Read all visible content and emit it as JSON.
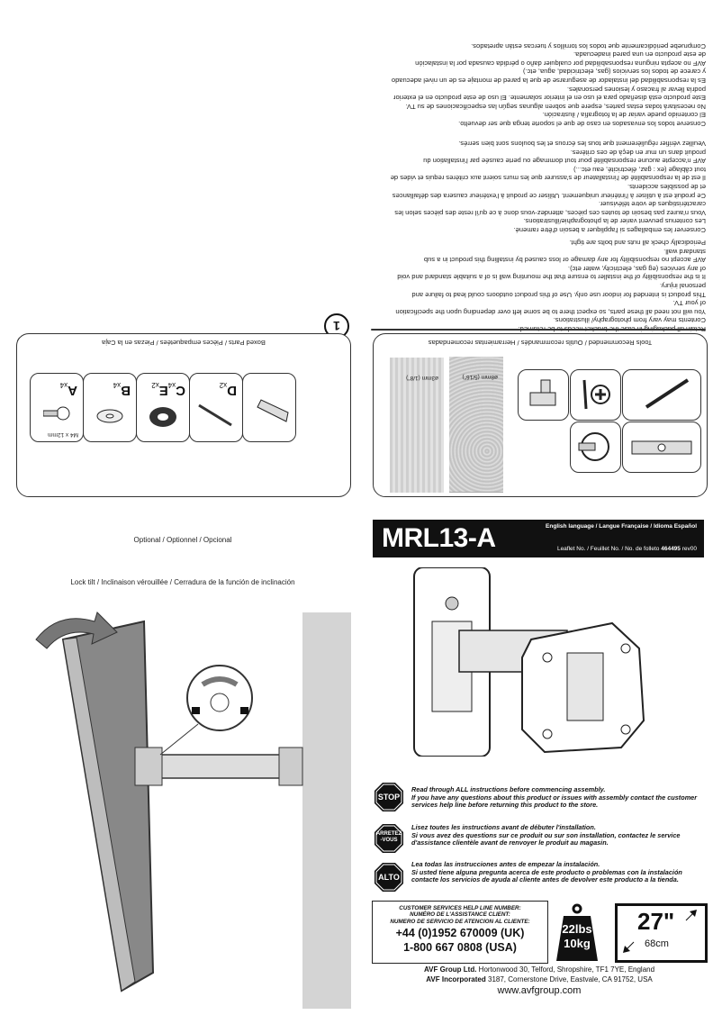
{
  "step": {
    "number": "1"
  },
  "safety_text": {
    "english": "Retain all packaging in case the bracket needs to be returned.\nContents may vary from photography/ illustrations.\nYou will not need all these parts, so expect there to be some left over depending upon the specification\nof your TV.\nThis product is intended for indoor use only.  Use of this product outdoors could lead to failure and\npersonal injury.\nIt is the responsibility of the installer to ensure that the mounting wall is of a suitable standard and void\nof any services (eg gas, electricity, water etc).\nAVF accept no responsibility for any damage or loss caused by installing this product in a sub\nstandard wall.\nPeriodically check all nuts and bolts are tight.",
    "french": "Conserver les emballages si l'appliquer a besoin d'être ramené.\nLes contenus peuvent varier de la photographie/illustrations.\nVous n'aurez pas besoin de toutes ces pièces, attendez-vous donc à ce qu'il reste des pièces selon les\ncaractéristiques de votre télévisuer.\nCe produit est à utiliser à l'intérieur uniquement. Utiliser ce produit à l'extérieur causera des défaillances\net de possibles accidents.\nIl est de la responsabilité de l'installateur de s'assurer que les murs soient aux critères requis et vides de\ntout câblage (ex : gaz, électricité, eau etc...)\nAVF n'accepte aucune responsabilité pour tout dommage ou perte causée par l'installation du\nproduit dans un mur en deçà de ces critères.\nVeuillez vérifier régulièrement que tous les écrous et les boulons sont bien serrés.",
    "spanish": "Conserve todos los envasados en caso de que el soporte tenga que ser devuelto.\nEl contenido puede variar de la fotografía / ilustración.\nNo necesitará todas estas partes, espere que sobren algunas según las especificaciones de su TV.\nEste producto está diseñado para el uso en el interior solamente.  El uso de este producto en el exterior\npodría llevar al fracaso y lesiones personales.\nEs la responsabilidad del instalador de asegurarse de que la pared de montaje es de un nivel adecuado\ny carece de todos los servicios (gas, electricidad, agua, etc.)\nAVF no acepta ninguna responsabilidad por cualquier daño o pérdida causada por la instalación\nde este producto en una pared inadecuada.\nCompruebe periódicamente que todos los tornillos y tuercas están apretados."
  },
  "tools": {
    "caption": "Tools Recommended / Outils recommandés / Herramientas recomendadas",
    "drill_bits": [
      "ø8mm (5/16\")",
      "ø3mm (1/8\")"
    ]
  },
  "parts": {
    "caption": "Boxed Parts / Pièces empaquetées / Piezas en la Caja",
    "items": [
      {
        "letter": "A",
        "qty": "x4",
        "note": "M4 x 12mm"
      },
      {
        "letter": "B",
        "qty": "x4",
        "note": ""
      },
      {
        "letter": "C",
        "qty": "x4",
        "letter2": "E",
        "qty2": "x2",
        "note": ""
      },
      {
        "letter": "D",
        "qty": "x2",
        "note": ""
      }
    ]
  },
  "optional": {
    "label": "Optional / Optionnel / Opcional",
    "lock_tilt": "Lock tilt / Inclinaison vérouillée / Cerradura de la función de inclinación"
  },
  "header": {
    "model": "MRL13-A",
    "languages": "English language / Langue Française / Idioma Español",
    "leaflet_prefix": "Leaflet No. / Feuillet No. / No. de folleto",
    "leaflet_number": "464495",
    "leaflet_rev": "rev00"
  },
  "warnings": [
    {
      "sign": "STOP",
      "color": "#111111",
      "line1": "Read through ALL instructions before commencing assembly.",
      "line2": "If you have any questions about this product or issues with assembly contact the customer services help line before returning this product to the store."
    },
    {
      "sign": "ARRETEZ -VOUS",
      "color": "#111111",
      "line1": "Lisez toutes les instructions avant de débuter l'installation.",
      "line2": "Si vous avez des questions sur ce produit ou sur son installation, contactez le service d'assistance clientèle avant de renvoyer le produit  au magasin."
    },
    {
      "sign": "ALTO",
      "color": "#111111",
      "line1": "Lea todas las instrucciones antes de empezar la instalación.",
      "line2": "Si usted  tiene alguna pregunta acerca de este producto o problemas con la instalación contacte los servicios de ayuda al cliente antes de devolver este producto a la tienda."
    }
  ],
  "service": {
    "title_en": "CUSTOMER SERVICES HELP LINE NUMBER:",
    "title_fr": "NUMÉRO DE L'ASSISTANCE CLIENT:",
    "title_es": "NUMERO DE SERVICIO DE ATENCION AL CLIENTE:",
    "phone_uk": "+44 (0)1952 670009 (UK)",
    "phone_usa": "1-800 667 0808 (USA)"
  },
  "weight": {
    "lbs": "22lbs",
    "kg": "10kg"
  },
  "screen_size": {
    "inches": "27\"",
    "cm": "68cm"
  },
  "footer": {
    "uk_company": "AVF Group Ltd.",
    "uk_address": " Hortonwood 30, Telford, Shropshire, TF1 7YE, England",
    "us_company": "AVF Incorporated",
    "us_address": " 3187, Cornerstone Drive, Eastvale, CA 91752, USA",
    "website": "www.avfgroup.com"
  },
  "colors": {
    "band": "#111111",
    "bracket_gray": "#d9d9d9",
    "wall_gray": "#d4d4d4",
    "arrow_gray": "#777777"
  }
}
